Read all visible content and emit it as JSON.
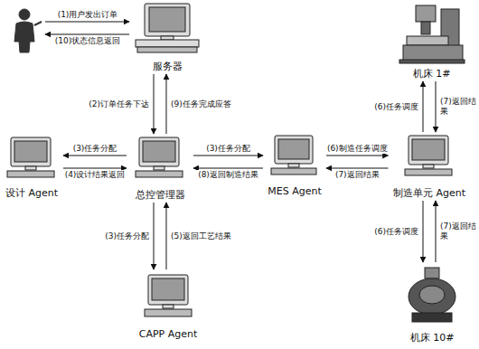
{
  "diagram": {
    "nodes": [
      {
        "text": [
          "服务器"
        ]
      },
      {
        "text": [
          "机床 1#"
        ]
      },
      {
        "text": [
          "设计 Agent"
        ]
      },
      {
        "text": [
          "总控管理器"
        ]
      },
      {
        "text": [
          "MES Agent"
        ]
      },
      {
        "text": [
          "制造单元 Agent"
        ]
      },
      {
        "text": [
          "CAPP Agent"
        ]
      },
      {
        "text": [
          "机床 10#"
        ]
      }
    ],
    "edges": [
      {
        "from": 0,
        "to": 3,
        "label": "(2)订单任务下达",
        "arrow": "to"
      },
      {
        "from": 3,
        "to": 0,
        "label": "(9)任务完成应答",
        "arrow": "to"
      },
      {
        "from": 3,
        "to": 2,
        "label": "(3)任务分配",
        "arrow": "to"
      },
      {
        "from": 2,
        "to": 3,
        "label": "(4)设计结果返回",
        "arrow": "to"
      },
      {
        "from": 3,
        "to": 4,
        "label": "(3)任务分配",
        "arrow": "to"
      },
      {
        "from": 4,
        "to": 3,
        "label": "(8)返回制造结果",
        "arrow": "to"
      },
      {
        "from": 4,
        "to": 5,
        "label": "(6)制造任务调度",
        "arrow": "to"
      },
      {
        "from": 5,
        "to": 4,
        "label": "(7)返回结果",
        "arrow": "to"
      },
      {
        "from": 3,
        "to": 6,
        "label": "(3)任务分配",
        "arrow": "to"
      },
      {
        "from": 6,
        "to": 3,
        "label": "(5)返回工艺结果",
        "arrow": "to"
      },
      {
        "from": 5,
        "to": 1,
        "label": "(6)任务调度",
        "arrow": "to"
      },
      {
        "from": 1,
        "to": 5,
        "label": "(7)返回结果",
        "arrow": "to"
      },
      {
        "from": 5,
        "to": 7,
        "label": "(6)任务调度",
        "arrow": "to"
      },
      {
        "from": 7,
        "to": 5,
        "label": "(7)返回结果",
        "arrow": "to"
      }
    ],
    "labels": [
      "(1)用户发出订单",
      "(10)状态信息返回"
    ]
  }
}
